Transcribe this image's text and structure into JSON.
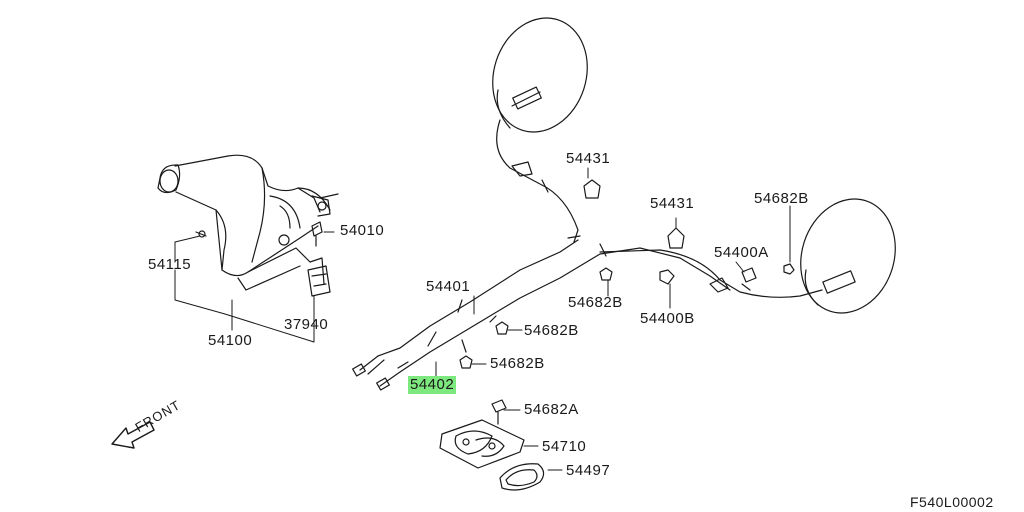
{
  "callouts": {
    "p54431a": "54431",
    "p54431b": "54431",
    "p54682b_top": "54682B",
    "p54010": "54010",
    "p54115": "54115",
    "p54400a": "54400A",
    "p54401": "54401",
    "p54682b_mid": "54682B",
    "p54400b": "54400B",
    "p37940": "37940",
    "p54682b_c": "54682B",
    "p54100": "54100",
    "p54682b_d": "54682B",
    "p54402": "54402",
    "p54682a": "54682A",
    "p54710": "54710",
    "p54497": "54497"
  },
  "front_label": "FRONT",
  "diagram_code": "F540L00002",
  "highlight_color": "#7de87d"
}
